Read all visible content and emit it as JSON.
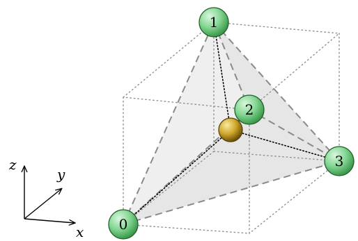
{
  "diagram": {
    "nodes": [
      {
        "id": "0",
        "label": "0"
      },
      {
        "id": "1",
        "label": "1"
      },
      {
        "id": "2",
        "label": "2"
      },
      {
        "id": "3",
        "label": "3"
      }
    ],
    "center_atom": {
      "label": ""
    },
    "axes": {
      "x": "x",
      "y": "y",
      "z": "z"
    },
    "colors": {
      "node_fill": "#7fcf8a",
      "node_fill_light": "#c8efcc",
      "node_stroke": "#1f5f2a",
      "center_fill": "#c9a227",
      "center_fill_light": "#f3e08a",
      "center_stroke": "#5a4306",
      "face_fill": "#e8e8e8",
      "edge_dashed": "#8a8a8a",
      "cube_dotted": "#8f8f8f",
      "bond_dotted": "#000000"
    }
  }
}
